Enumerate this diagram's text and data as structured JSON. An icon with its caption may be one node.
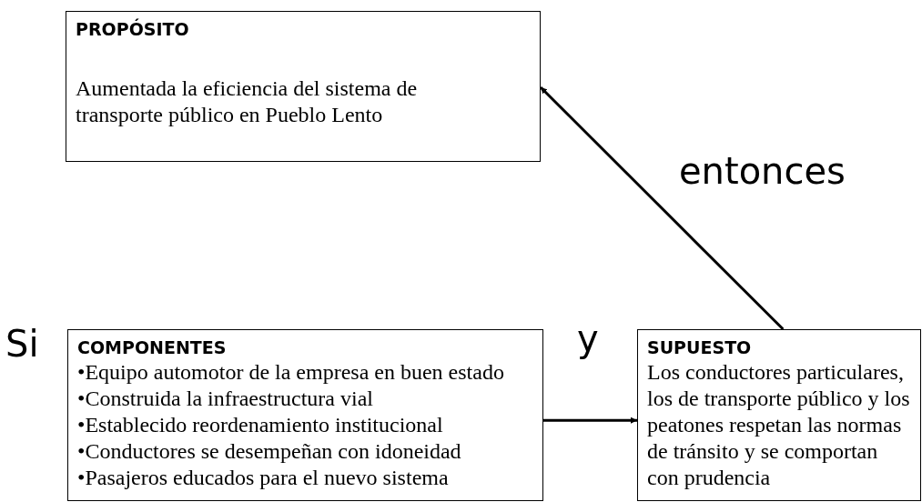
{
  "diagram": {
    "nodes": [
      {
        "text": [
          "PROPÓSITO",
          "Aumentada la eficiencia del sistema de transporte público en Pueblo Lento"
        ]
      },
      {
        "text": [
          "COMPONENTES",
          "•Equipo automotor de la empresa en buen estado",
          "•Construida la infraestructura vial",
          "•Establecido reordenamiento institucional",
          "•Conductores se desempeñan con idoneidad",
          "•Pasajeros educados para el nuevo sistema"
        ]
      },
      {
        "text": [
          "SUPUESTO",
          "Los conductores particulares, los de transporte público y los peatones respetan las normas de tránsito y se comportan con prudencia"
        ]
      }
    ],
    "edges": [
      {
        "from": 2,
        "to": 0,
        "arrow": "to"
      },
      {
        "from": 1,
        "to": 2,
        "arrow": "to"
      }
    ],
    "labels": [
      "entonces",
      "Si",
      "y"
    ]
  }
}
